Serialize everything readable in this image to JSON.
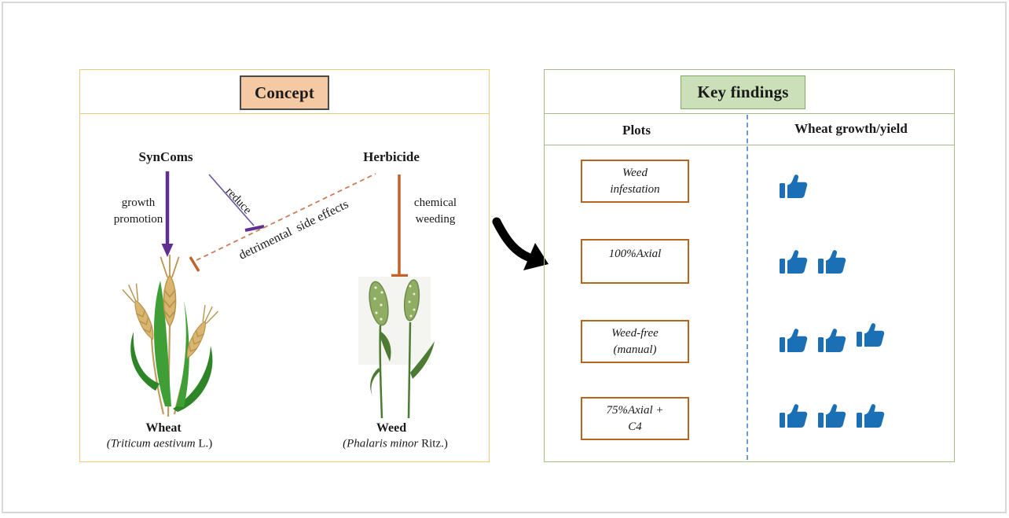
{
  "concept": {
    "title": "Concept",
    "syncoms_label": "SynComs",
    "herbicide_label": "Herbicide",
    "growth_promotion": {
      "line1": "growth",
      "line2": "promotion"
    },
    "reduce_label": "reduce",
    "side_effects_label": "detrimental  side effects",
    "chemical_weeding": {
      "line1": "chemical",
      "line2": "weeding"
    },
    "wheat": {
      "name": "Wheat",
      "species_italic": "(Triticum aestivum",
      "species_suffix": "L.)"
    },
    "weed": {
      "name": "Weed",
      "species_italic": "(Phalaris minor",
      "species_suffix": "Ritz.)"
    }
  },
  "key_findings": {
    "title": "Key findings",
    "columns": {
      "plots": "Plots",
      "wheat": "Wheat growth/yield"
    },
    "rows": [
      {
        "label_line1": "Weed",
        "label_line2": "infestation",
        "thumbs": 1
      },
      {
        "label_line1": "100%Axial",
        "thumbs": 2
      },
      {
        "label_line1": "Weed-free",
        "label_line2": "(manual)",
        "thumbs": 3
      },
      {
        "label_line1": "75%Axial +",
        "label_line2": "C4",
        "thumbs": 3
      }
    ]
  },
  "icons": {
    "thumbs_up": "thumbs-up-icon",
    "flow_arrow": "curved-arrow-icon"
  },
  "colors": {
    "frame": "#d8d8d8",
    "gold": "#e9cc7d",
    "olive": "#a9bc8b",
    "peach": "#f5c9a3",
    "peach_border": "#4a4a4a",
    "lgreen": "#cbdfb9",
    "lgreen_border": "#84aa68",
    "purple": "#5e2f91",
    "purple_thin": "#6a51a3",
    "orange": "#c0622b",
    "orange_dash": "#cd7b52",
    "blue_dash": "#6b9bd2",
    "thumb_blue": "#1b6fb5",
    "box_border": "#b5651d",
    "wheat_gold": "#d9b570",
    "wheat_dark": "#b8934e",
    "leaf_green": "#3f9e35",
    "leaf_dark": "#2e8527",
    "weed_green": "#8fae64",
    "weed_dark": "#6d8c4a",
    "stem_green": "#4e7b33"
  }
}
